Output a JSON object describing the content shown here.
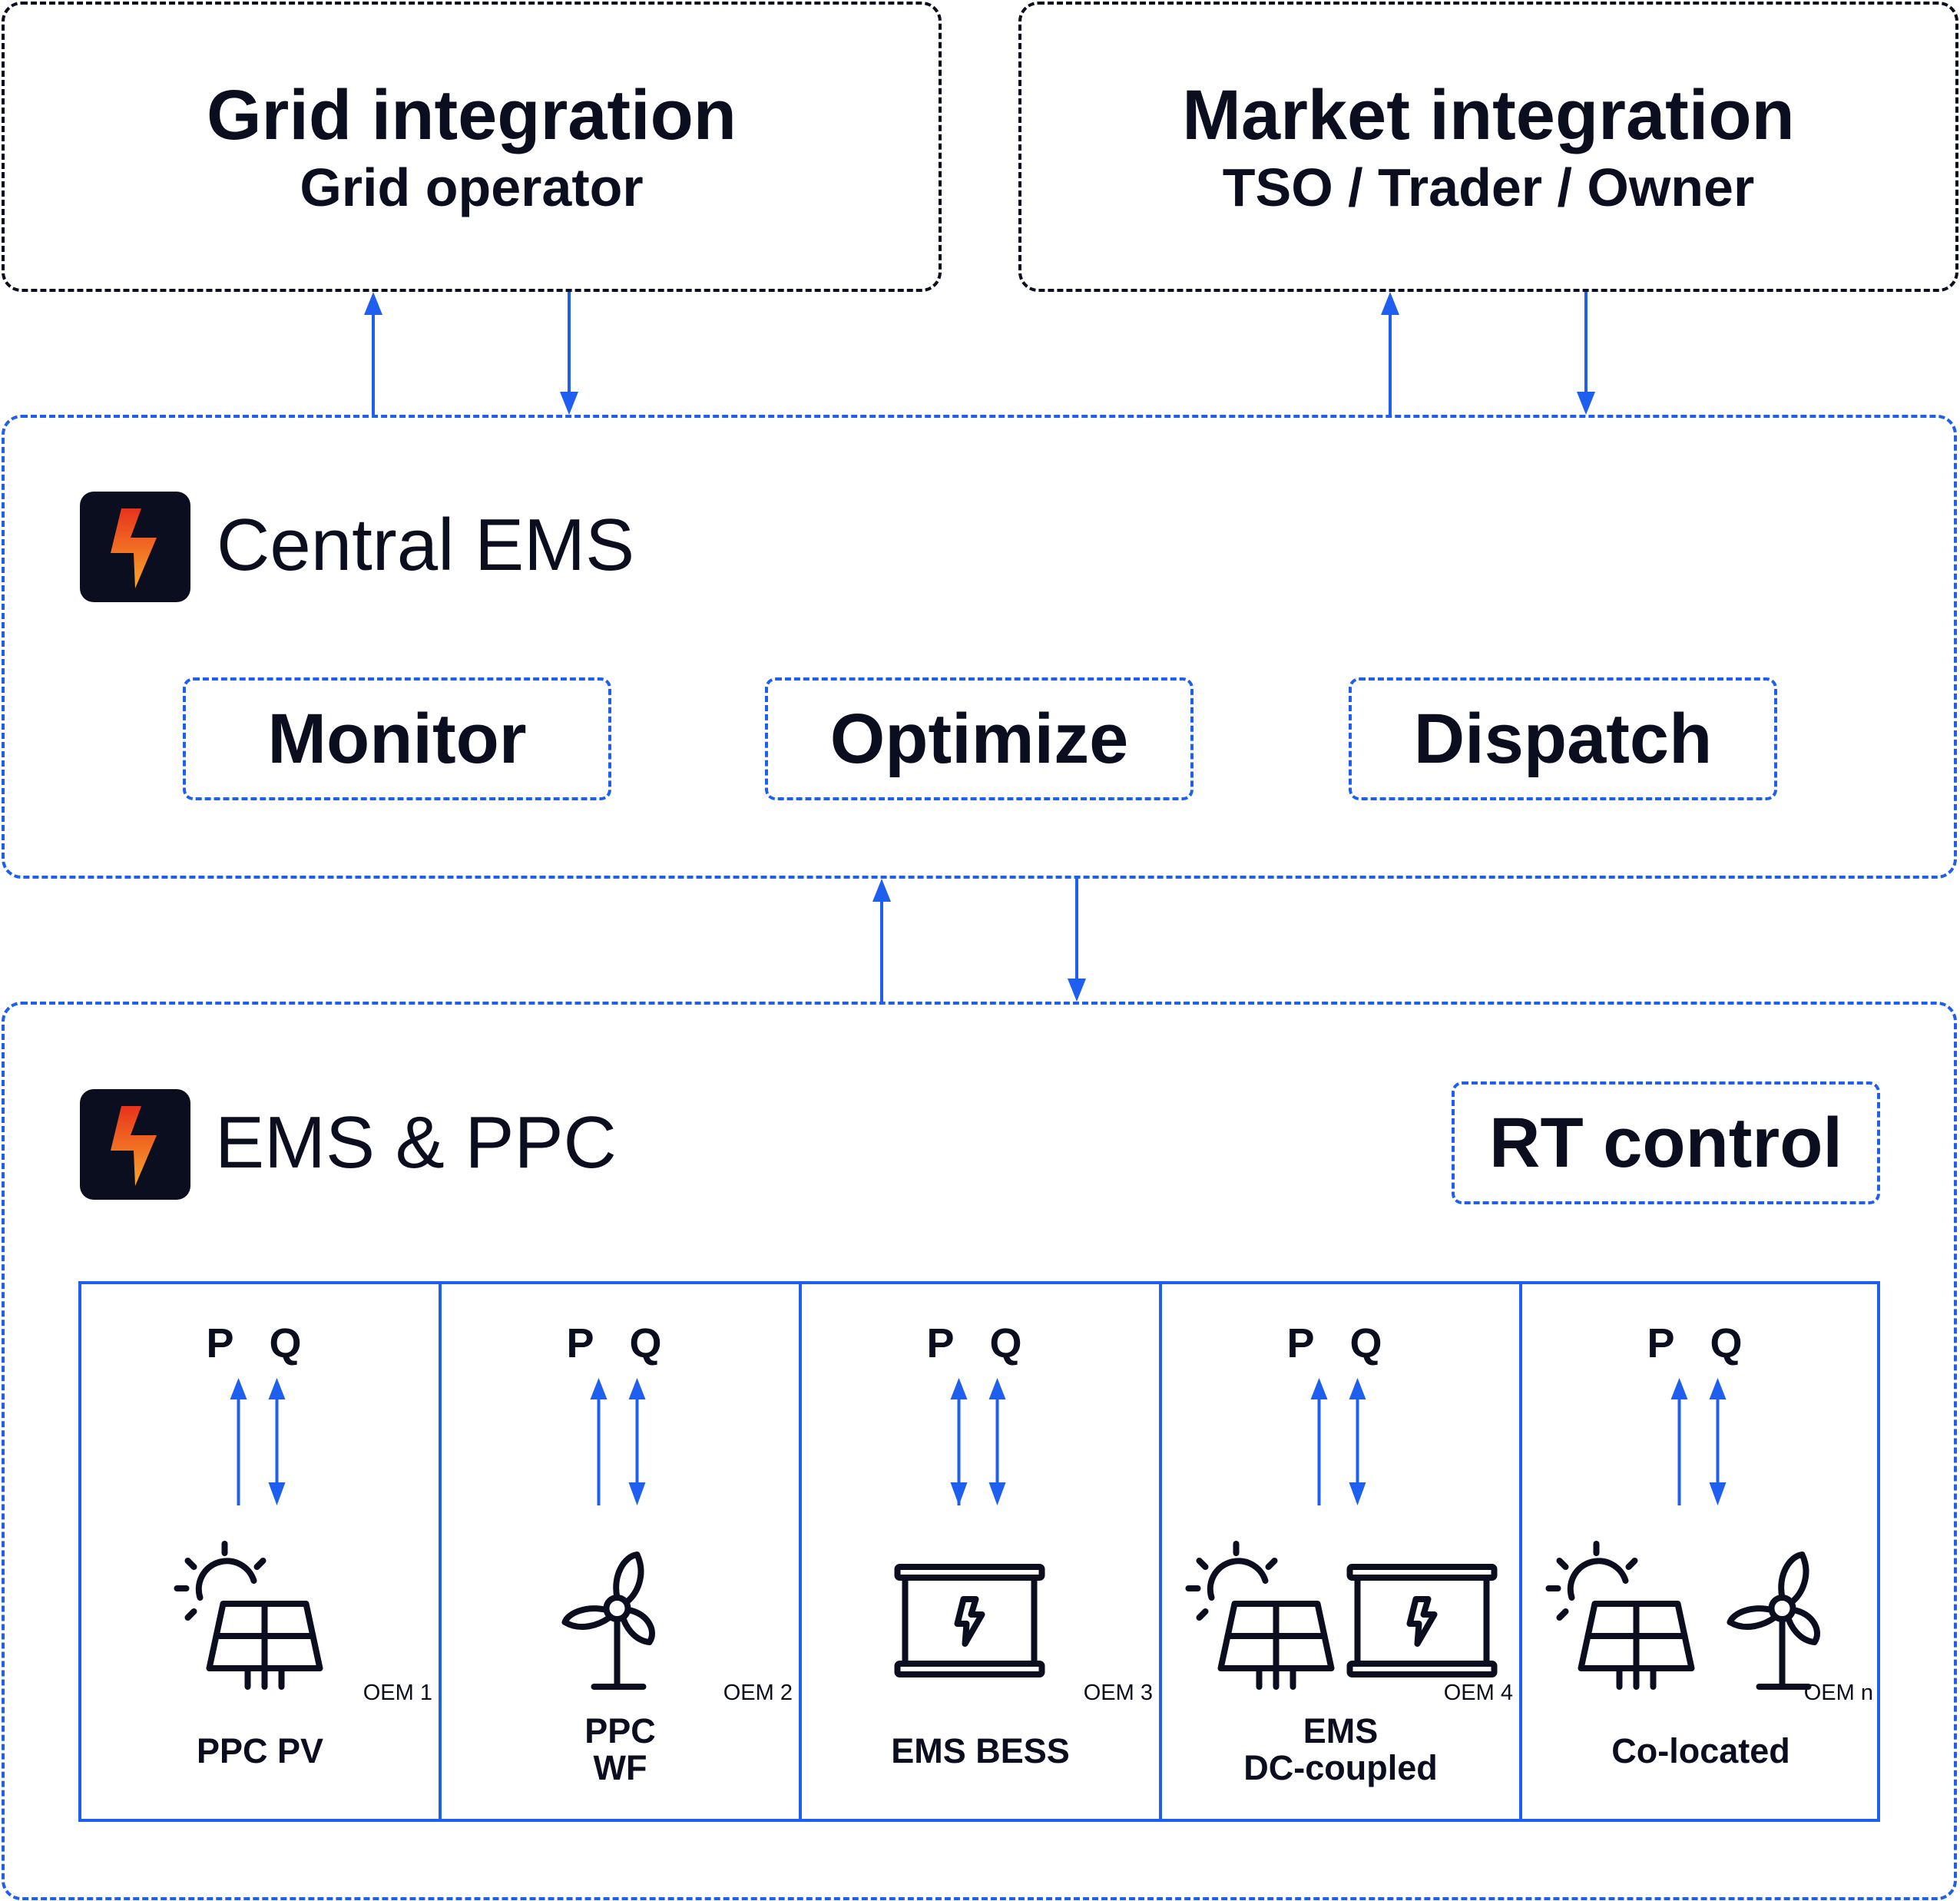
{
  "top": {
    "grid": {
      "title": "Grid integration",
      "subtitle": "Grid operator"
    },
    "market": {
      "title": "Market integration",
      "subtitle": "TSO / Trader / Owner"
    }
  },
  "central": {
    "title": "Central EMS",
    "functions": [
      "Monitor",
      "Optimize",
      "Dispatch"
    ]
  },
  "site": {
    "title": "EMS & PPC",
    "rt_control": "RT control",
    "units": [
      {
        "pq": "P Q",
        "oem": "OEM 1",
        "label_line1": "PPC PV",
        "label_line2": "",
        "icons": [
          "solar-panel-icon"
        ]
      },
      {
        "pq": "P Q",
        "oem": "OEM 2",
        "label_line1": "PPC",
        "label_line2": "WF",
        "icons": [
          "wind-turbine-icon"
        ]
      },
      {
        "pq": "P Q",
        "oem": "OEM 3",
        "label_line1": "EMS BESS",
        "label_line2": "",
        "icons": [
          "battery-icon"
        ]
      },
      {
        "pq": "P Q",
        "oem": "OEM 4",
        "label_line1": "EMS",
        "label_line2": "DC-coupled",
        "icons": [
          "solar-panel-icon",
          "battery-icon"
        ]
      },
      {
        "pq": "P Q",
        "oem": "OEM n",
        "label_line1": "Co-located",
        "label_line2": "",
        "icons": [
          "solar-panel-icon",
          "wind-turbine-icon"
        ]
      }
    ]
  },
  "colors": {
    "accent_blue": "#1f5ff0",
    "ink": "#0b0e1f",
    "logo_gradient": [
      "#f4471f",
      "#f9b233"
    ]
  }
}
